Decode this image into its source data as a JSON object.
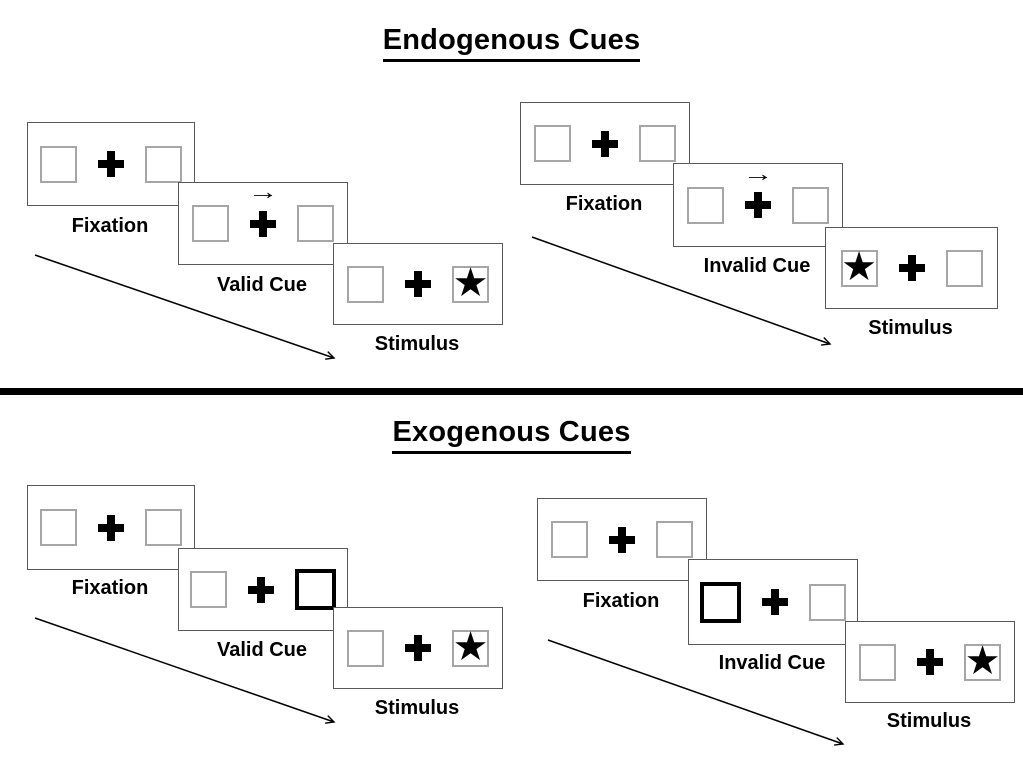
{
  "sections": [
    {
      "title": "Endogenous Cues",
      "groups": [
        {
          "name": "endogenous-valid",
          "panels": [
            {
              "label": "Fixation"
            },
            {
              "label": "Valid Cue"
            },
            {
              "label": "Stimulus"
            }
          ]
        },
        {
          "name": "endogenous-invalid",
          "panels": [
            {
              "label": "Fixation"
            },
            {
              "label": "Invalid Cue"
            },
            {
              "label": "Stimulus"
            }
          ]
        }
      ]
    },
    {
      "title": "Exogenous Cues",
      "groups": [
        {
          "name": "exogenous-valid",
          "panels": [
            {
              "label": "Fixation"
            },
            {
              "label": "Valid Cue"
            },
            {
              "label": "Stimulus"
            }
          ]
        },
        {
          "name": "exogenous-invalid",
          "panels": [
            {
              "label": "Fixation"
            },
            {
              "label": "Invalid Cue"
            },
            {
              "label": "Stimulus"
            }
          ]
        }
      ]
    }
  ],
  "icons": {
    "target_star": "★",
    "cue_arrow": "→"
  },
  "colors": {
    "panel_border": "#595959",
    "square_border": "#a6a6a6",
    "ink": "#000000"
  }
}
